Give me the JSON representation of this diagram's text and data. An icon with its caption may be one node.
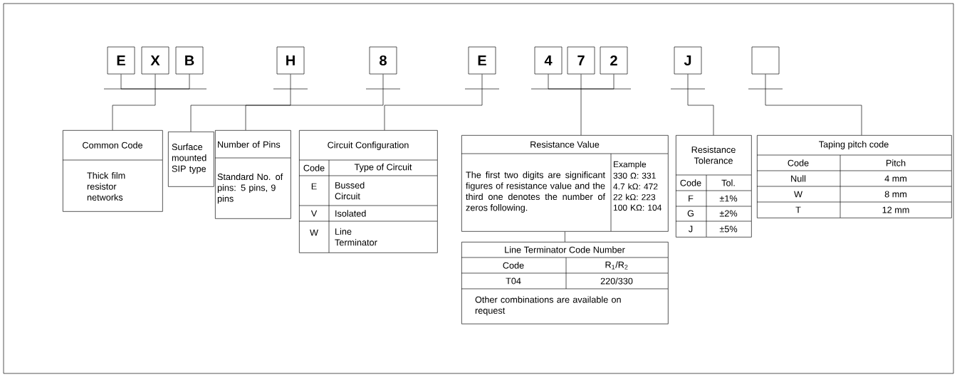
{
  "diagram": {
    "nodes": [
      {
        "text": [
          "E"
        ]
      },
      {
        "text": [
          "X"
        ]
      },
      {
        "text": [
          "B"
        ]
      },
      {
        "text": [
          "H"
        ]
      },
      {
        "text": [
          "8"
        ]
      },
      {
        "text": [
          "E"
        ]
      },
      {
        "text": [
          "4"
        ]
      },
      {
        "text": [
          "7"
        ]
      },
      {
        "text": [
          "2"
        ]
      },
      {
        "text": [
          "J"
        ]
      },
      {
        "text": [],
        "shape": "box"
      },
      {
        "text": [
          "Common Code",
          "Thick film resistor networks"
        ]
      },
      {
        "text": [
          "Surface mounted SIP type"
        ]
      },
      {
        "text": [
          "Number of Pins",
          "Standard No. of pins: 5 pins, 9 pins"
        ]
      },
      {
        "text": [
          "Circuit Configuration",
          "Code",
          "Type of Circuit",
          "E",
          "Bussed Circuit",
          "V",
          "Isolated",
          "W",
          "Line Terminator"
        ]
      },
      {
        "text": [
          "Resistance Value",
          "The first two digits are significant figures of resistance value and the third one denotes the number of zeros following.",
          "Example",
          "330 Ω: 331",
          "4.7 kΩ: 472",
          "22 kΩ: 223",
          "100 KΩ: 104"
        ]
      },
      {
        "text": [
          "Line Terminator Code Number",
          "Code",
          "R$_{1}$/R$_{2}$",
          "T04",
          "220/330",
          "Other combinations are available on request"
        ]
      },
      {
        "text": [
          "Resistance Tolerance",
          "Code",
          "Tol.",
          "F",
          "±1%",
          "G",
          "±2%",
          "J",
          "±5%"
        ]
      },
      {
        "text": [
          "Taping pitch code",
          "Code",
          "Pitch",
          "Null",
          "4 mm",
          "W",
          "8 mm",
          "T",
          "12 mm"
        ]
      }
    ],
    "edges": [
      {
        "from": 0,
        "to": 11,
        "arrow": "none"
      },
      {
        "from": 1,
        "to": 11,
        "arrow": "none"
      },
      {
        "from": 2,
        "to": 11,
        "arrow": "none"
      },
      {
        "from": 3,
        "to": 12,
        "arrow": "none"
      },
      {
        "from": 4,
        "to": 13,
        "arrow": "none"
      },
      {
        "from": 5,
        "to": 14,
        "arrow": "none"
      },
      {
        "from": 6,
        "to": 15,
        "arrow": "none"
      },
      {
        "from": 7,
        "to": 15,
        "arrow": "none"
      },
      {
        "from": 8,
        "to": 15,
        "arrow": "none"
      },
      {
        "from": 9,
        "to": 17,
        "arrow": "none"
      },
      {
        "from": 10,
        "to": 18,
        "arrow": "none"
      },
      {
        "from": 15,
        "to": 16,
        "arrow": "none"
      }
    ]
  }
}
